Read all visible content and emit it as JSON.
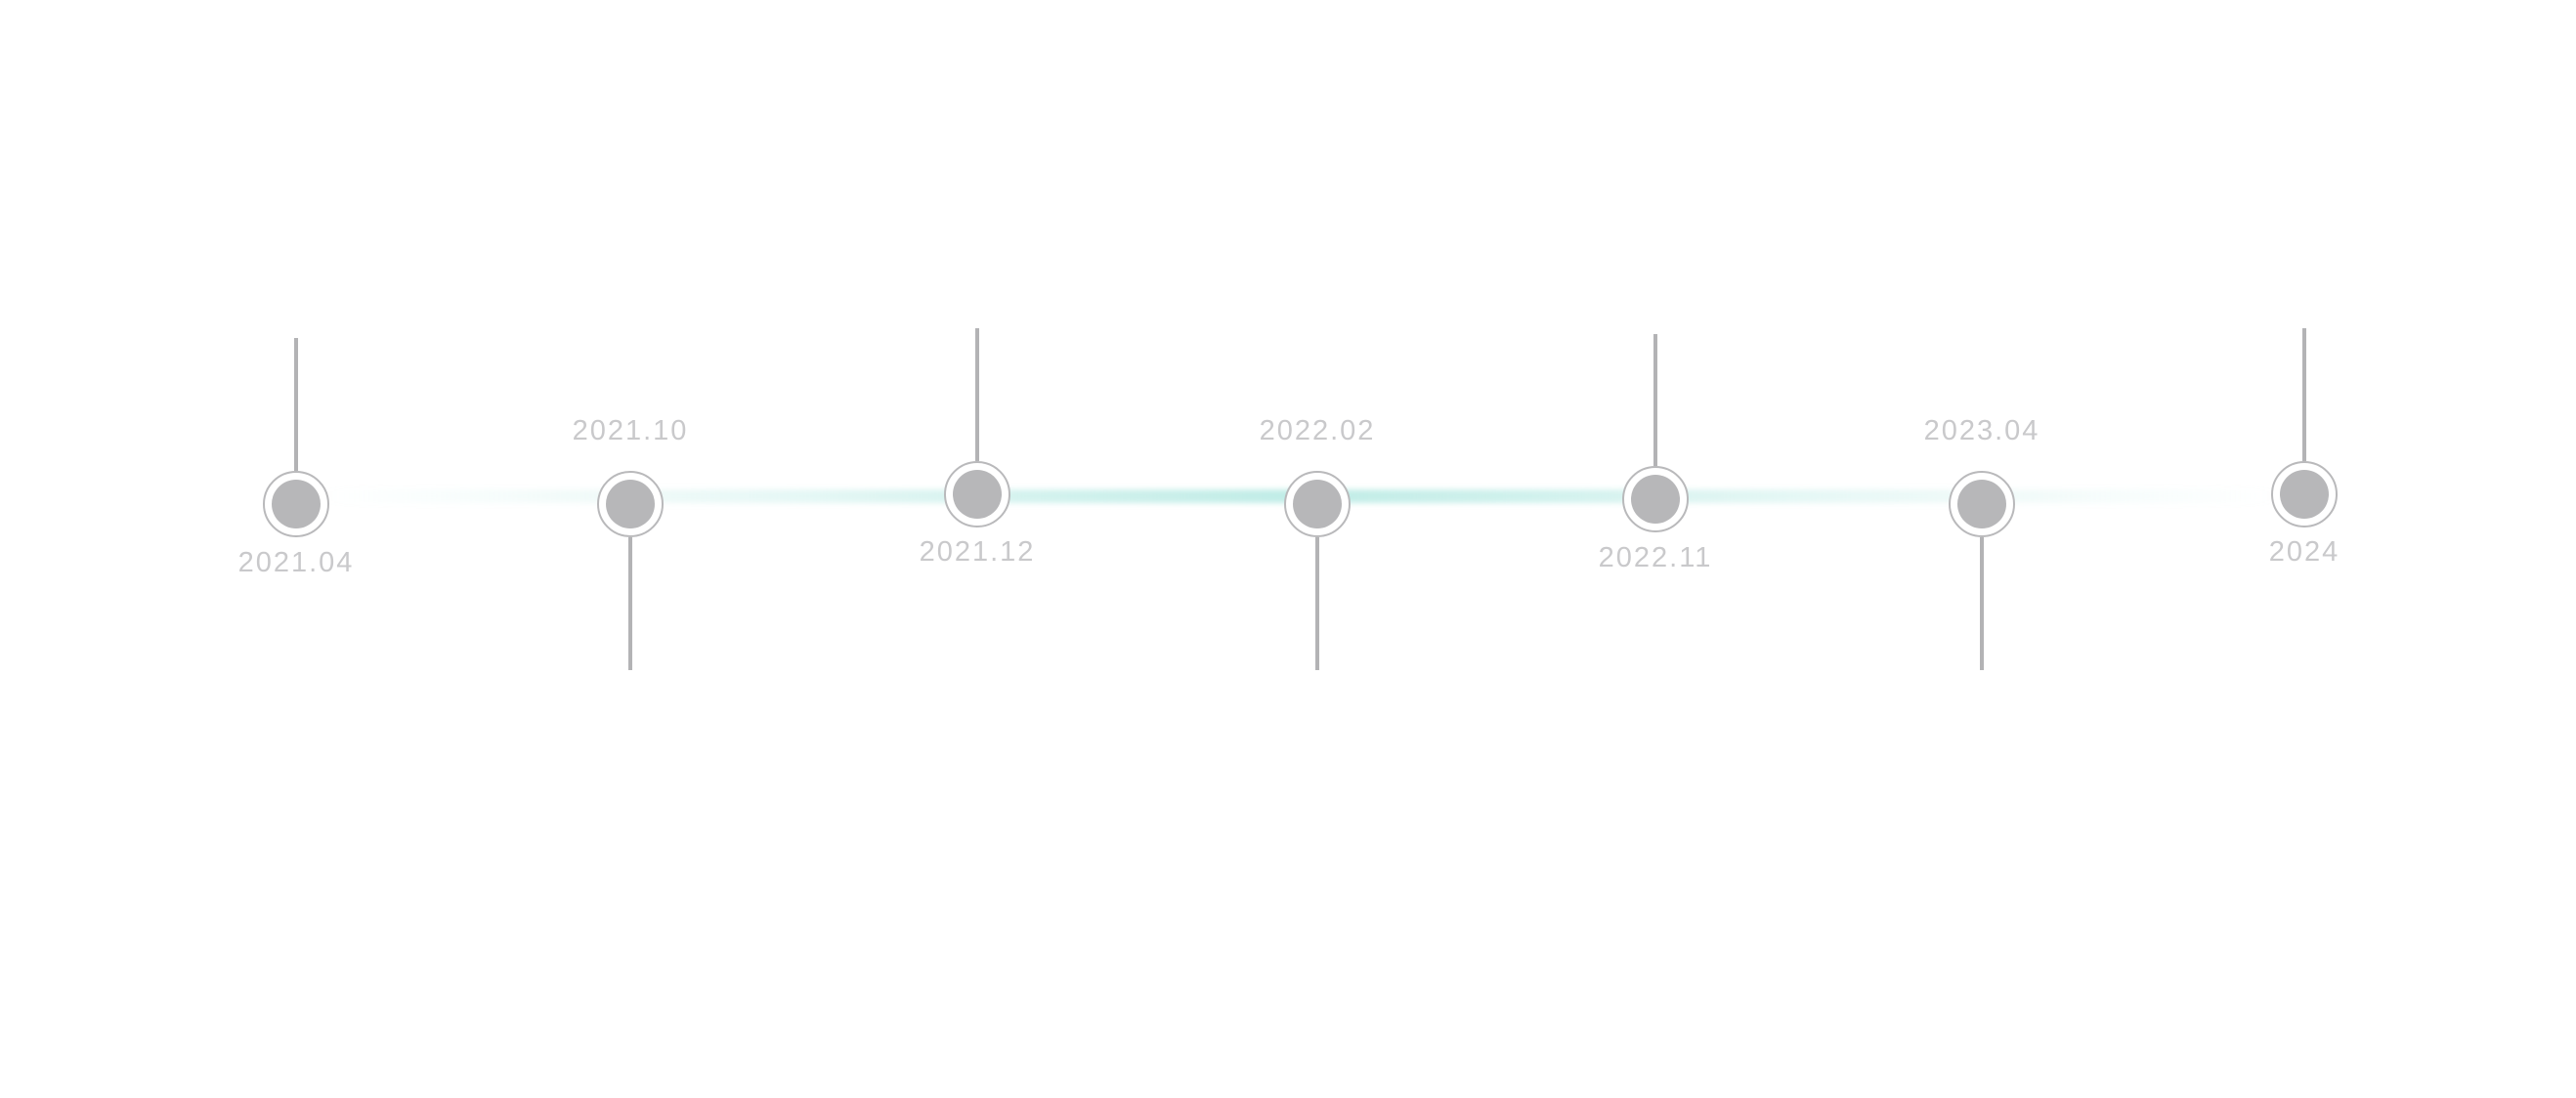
{
  "timeline": {
    "colors": {
      "track": "#bfece6",
      "marker": "#b7b7b9",
      "ring": "#b9b9bb",
      "stem": "#b3b3b5",
      "label": "#c9c9cb"
    },
    "milestones": [
      {
        "date": "2021.04",
        "stem": "up"
      },
      {
        "date": "2021.10",
        "stem": "down"
      },
      {
        "date": "2021.12",
        "stem": "up"
      },
      {
        "date": "2022.02",
        "stem": "down"
      },
      {
        "date": "2022.11",
        "stem": "up"
      },
      {
        "date": "2023.04",
        "stem": "down"
      },
      {
        "date": "2024",
        "stem": "up"
      }
    ]
  }
}
